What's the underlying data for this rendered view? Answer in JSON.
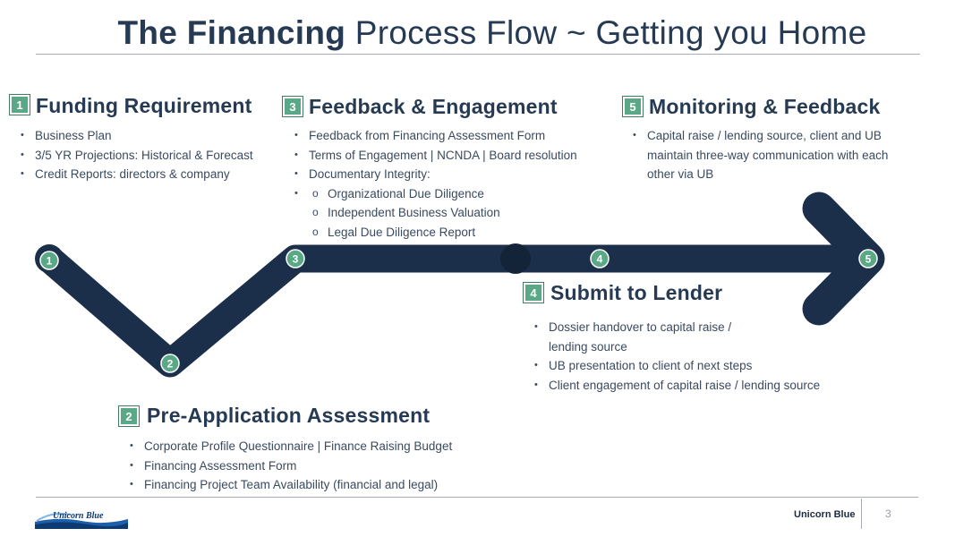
{
  "title": {
    "bold": "The Financing",
    "rest": " Process Flow ~ Getting you Home"
  },
  "steps": [
    {
      "number": "1",
      "heading": "Funding Requirement",
      "bullets": [
        "Business Plan",
        "3/5 YR Projections: Historical & Forecast",
        "Credit Reports: directors & company"
      ]
    },
    {
      "number": "2",
      "heading": "Pre-Application Assessment",
      "bullets": [
        "Corporate Profile Questionnaire | Finance Raising Budget",
        "Financing Assessment Form",
        "Financing Project Team Availability (financial and legal)"
      ]
    },
    {
      "number": "3",
      "heading": "Feedback & Engagement",
      "bullets": [
        "Feedback from Financing Assessment Form",
        "Terms of Engagement | NCNDA | Board resolution",
        "Documentary Integrity:"
      ],
      "sub_bullets": [
        "Organizational Due Diligence",
        "Independent Business Valuation",
        "Legal Due Diligence Report"
      ]
    },
    {
      "number": "4",
      "heading": "Submit to Lender",
      "bullets": [
        "Dossier handover to capital raise /",
        "lending source",
        "UB presentation to client of next steps",
        "Client engagement of capital raise / lending source"
      ]
    },
    {
      "number": "5",
      "heading": "Monitoring & Feedback",
      "bullets": [
        "Capital raise / lending source, client and UB",
        "maintain three-way communication with each",
        "other via UB"
      ]
    }
  ],
  "path_nodes": [
    "1",
    "2",
    "3",
    "4",
    "5"
  ],
  "footer": {
    "company": "Unicorn Blue",
    "page_number": "3",
    "logo_text": "Unicorn Blue"
  },
  "colors": {
    "arrow": "#1c2f4a",
    "node": "#5aa886",
    "title": "#263a53"
  }
}
